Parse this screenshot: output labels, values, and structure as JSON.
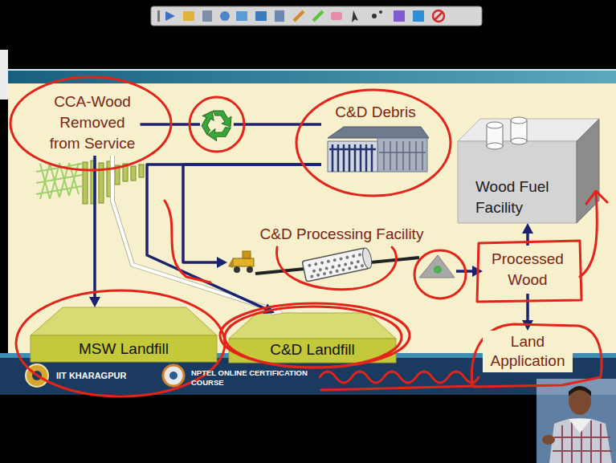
{
  "diagram": {
    "nodes": [
      {
        "text": [
          "CCA-Wood Removed from Service"
        ]
      },
      {
        "text": [
          "C&D Debris"
        ]
      },
      {
        "text": [
          "Wood Fuel Facility"
        ]
      },
      {
        "text": [
          "C&D Processing Facility"
        ]
      },
      {
        "text": [
          "Processed Wood"
        ]
      },
      {
        "text": [
          "MSW Landfill"
        ]
      },
      {
        "text": [
          "C&D Landfill"
        ]
      },
      {
        "text": [
          "Land Application"
        ]
      }
    ],
    "edges": [
      {
        "from": 0,
        "to": 1,
        "arrow": "none"
      },
      {
        "from": 0,
        "to": 5,
        "arrow": "to"
      },
      {
        "from": 0,
        "to": 6,
        "arrow": "to"
      },
      {
        "from": 1,
        "to": 6,
        "arrow": "to"
      },
      {
        "from": 1,
        "to": 3,
        "arrow": "to"
      },
      {
        "from": 3,
        "to": 4,
        "arrow": "to"
      },
      {
        "from": 4,
        "to": 2,
        "arrow": "to"
      },
      {
        "from": 4,
        "to": 7,
        "arrow": "to"
      }
    ],
    "labels": [
      "IIT KHARAGPUR",
      "NPTEL ONLINE CERTIFICATION COURSE"
    ]
  }
}
